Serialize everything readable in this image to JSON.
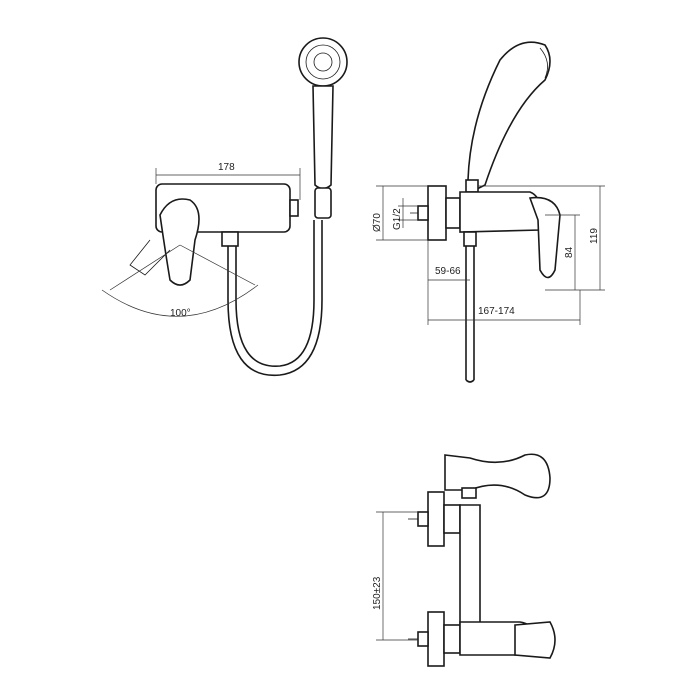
{
  "drawing": {
    "front_view": {
      "width_dim": "178",
      "angle_dim": "100°"
    },
    "side_view": {
      "diameter_dim": "Ø70",
      "thread_dim": "G1/2",
      "offset_dim": "59-66",
      "depth_dim": "167-174",
      "height_small_dim": "84",
      "height_large_dim": "119"
    },
    "bottom_view": {
      "centres_dim": "150±23"
    }
  },
  "colors": {
    "line": "#1a1a1a",
    "background": "#ffffff"
  }
}
